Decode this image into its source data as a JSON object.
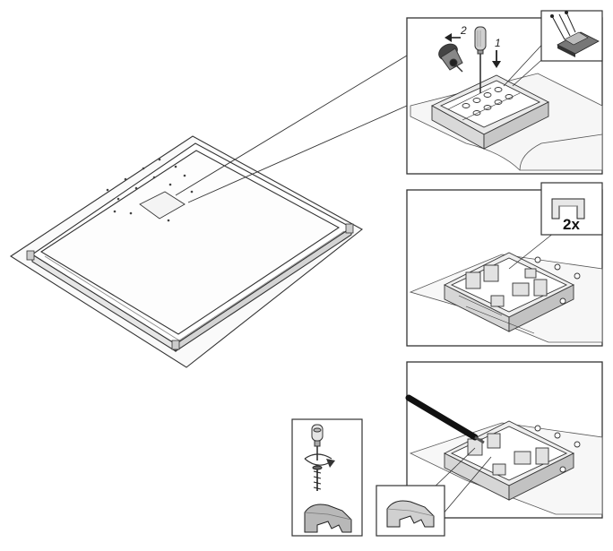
{
  "panel_1": {
    "step_labels": [
      "1",
      "2"
    ]
  },
  "panel_2": {
    "quantity_label": "2x"
  },
  "colors": {
    "line": "#333333",
    "fill_light": "#f2f2f2",
    "fill_mid": "#d8d8d8",
    "fill_dark": "#9a9a9a",
    "tool_black": "#111111"
  },
  "icons": [
    "screwdriver-icon",
    "screw-icon",
    "rotate-arrow-icon",
    "clip-icon",
    "wire-icon"
  ]
}
